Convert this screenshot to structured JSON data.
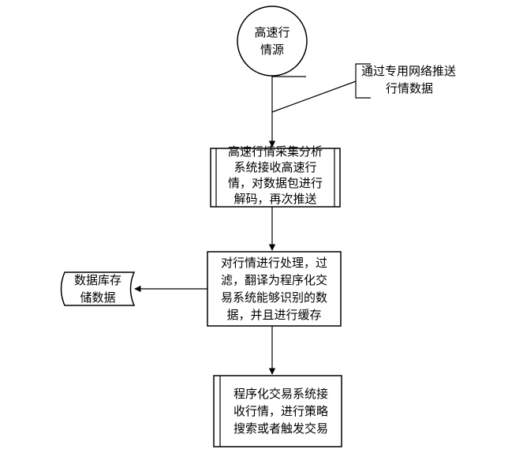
{
  "source_node": {
    "line1": "高速行",
    "line2": "情源"
  },
  "annotation": {
    "line1": "通过专用网络推送",
    "line2": "行情数据"
  },
  "step1": {
    "line1": "高速行情采集分析",
    "line2": "系统接收高速行",
    "line3": "情，对数据包进行",
    "line4": "解码，再次推送"
  },
  "step2": {
    "line1": "对行情进行处理，过",
    "line2": "滤，翻译为程序化交",
    "line3": "易系统能够识别的数",
    "line4": "据，并且进行缓存"
  },
  "storage": {
    "line1": "数据库存",
    "line2": "储数据"
  },
  "step3": {
    "line1": "程序化交易系统接",
    "line2": "收行情，进行策略",
    "line3": "搜索或者触发交易"
  }
}
